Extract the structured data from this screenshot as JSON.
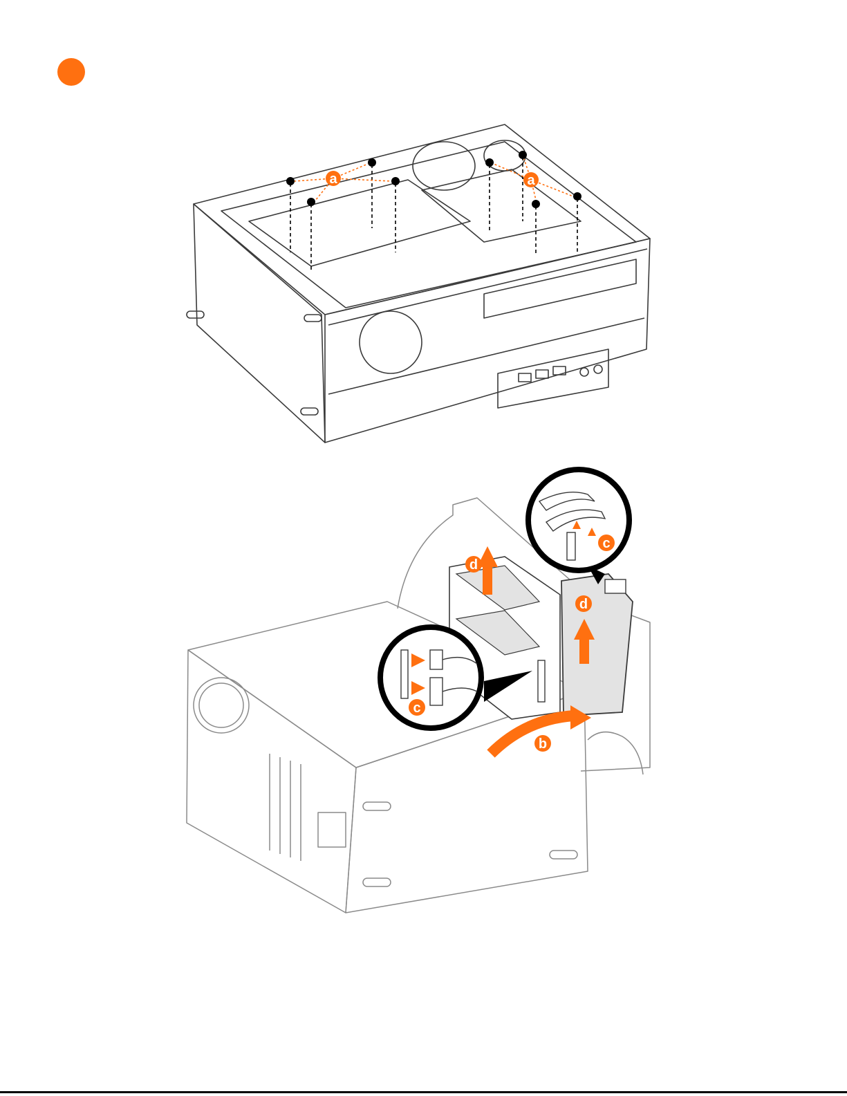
{
  "colors": {
    "accent": "#ff7010",
    "line": "#3a3a3a",
    "light_line": "#8a8a8a",
    "fill_gray": "#e3e3e3",
    "black": "#000000"
  },
  "figure_top": {
    "callouts": [
      "a",
      "a"
    ]
  },
  "figure_bottom": {
    "callouts": [
      "d",
      "d",
      "c",
      "c",
      "b"
    ]
  }
}
